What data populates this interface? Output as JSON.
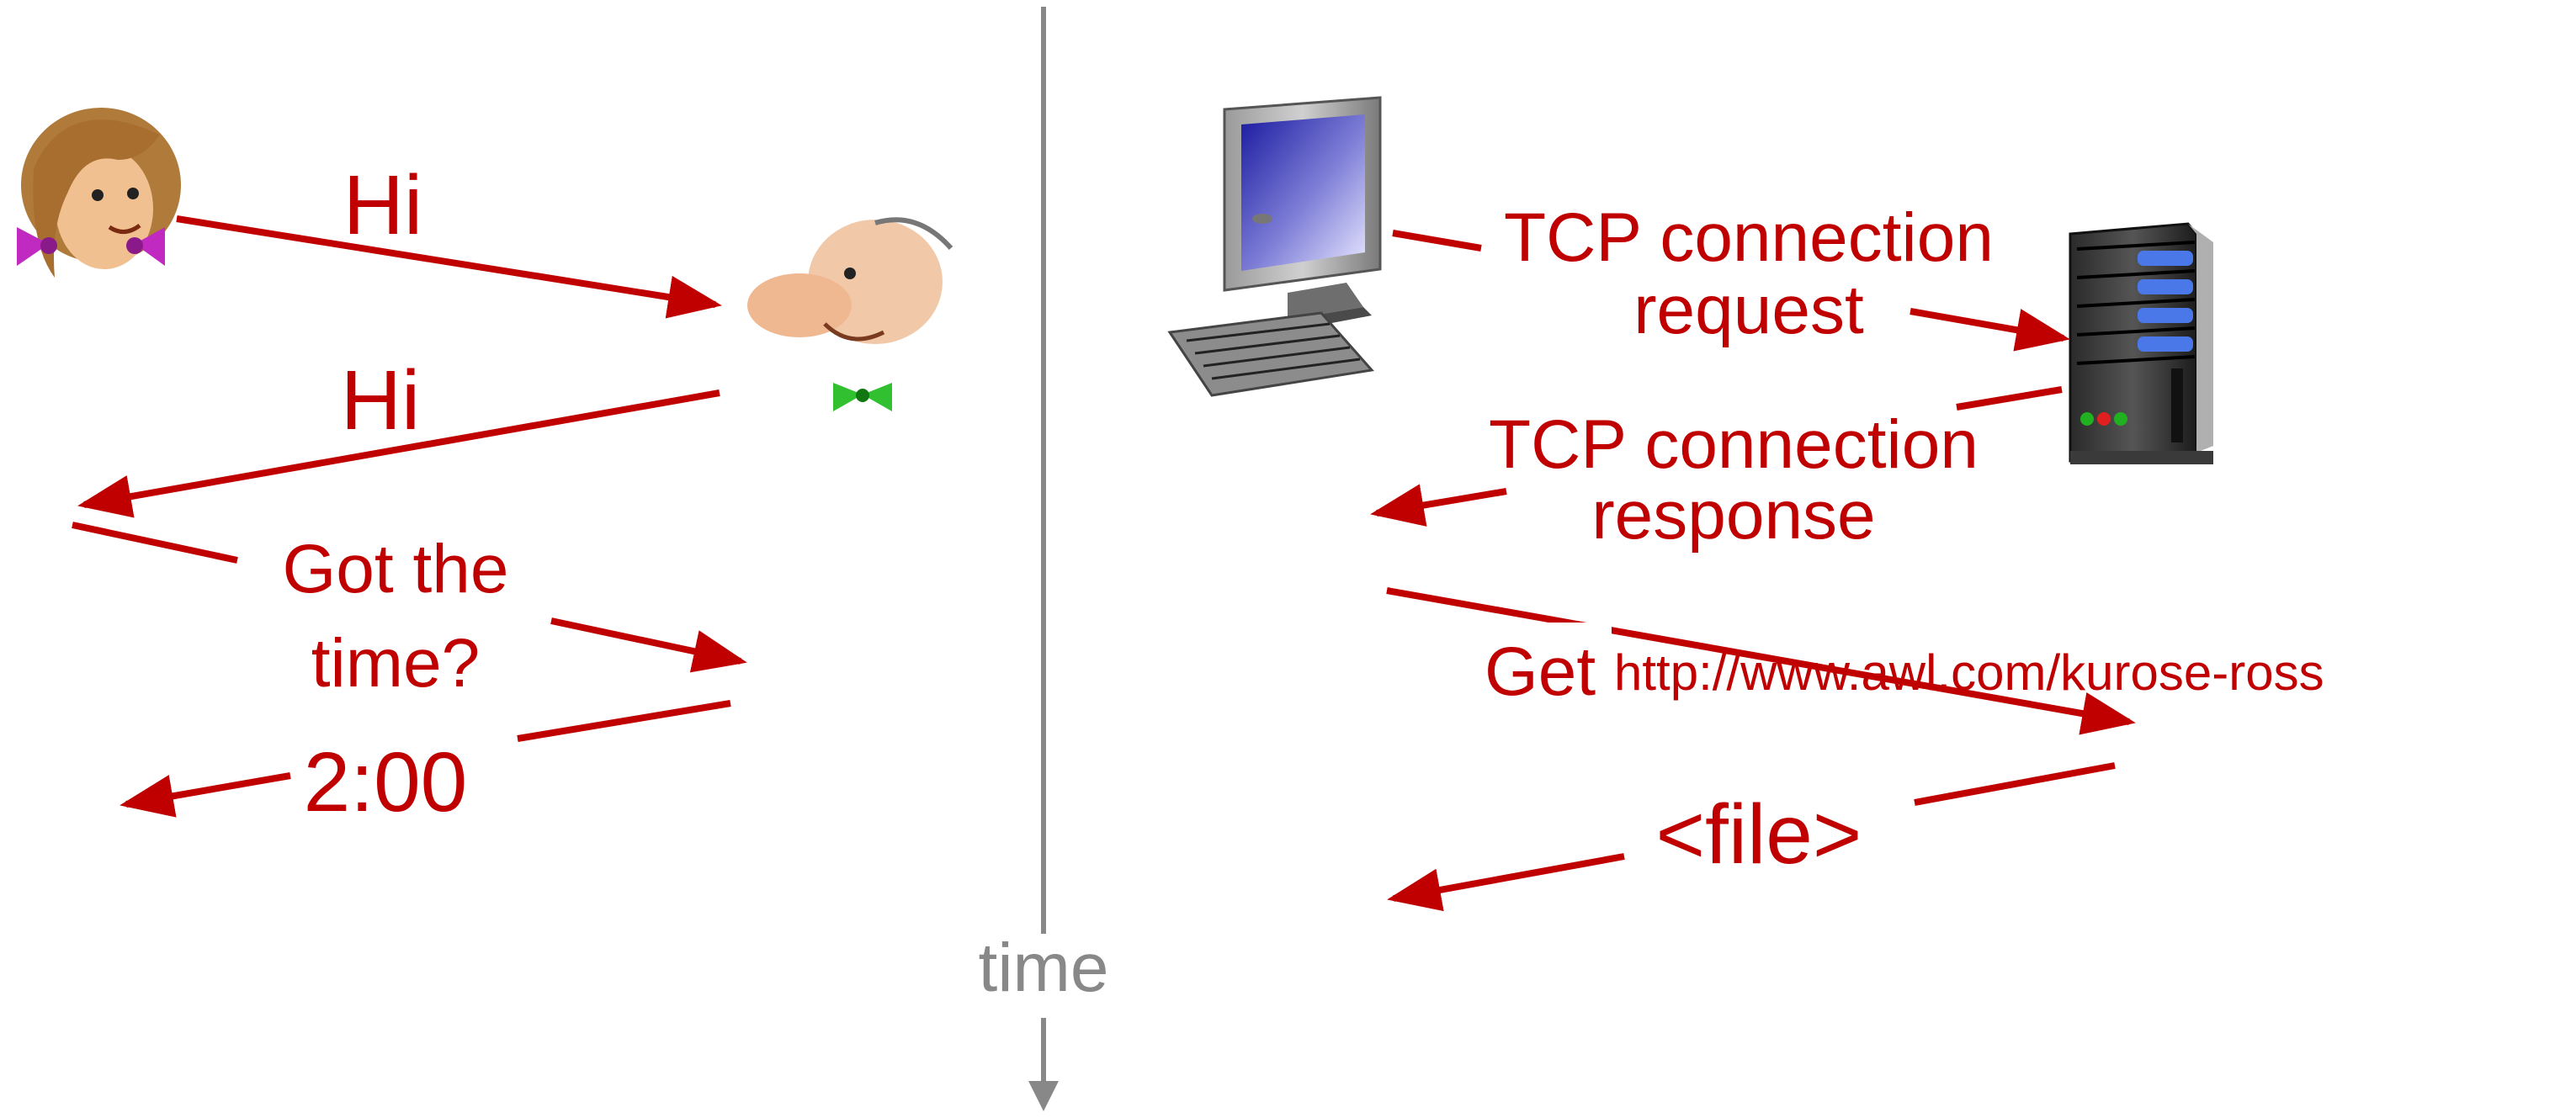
{
  "colors": {
    "arrow": "#c00000",
    "text": "#c00000",
    "timeline": "#888888"
  },
  "human": {
    "hi_1": "Hi",
    "hi_2": "Hi",
    "question_line1": "Got the",
    "question_line2": "time?",
    "answer": "2:00"
  },
  "network": {
    "request_line1": "TCP connection",
    "request_line2": "request",
    "response_line1": "TCP connection",
    "response_line2": "response",
    "get_verb": "Get",
    "get_url": "http://www.awl.com/kurose-ross",
    "file": "<file>"
  },
  "timeline": {
    "label": "time"
  },
  "icons": {
    "woman": "woman-face-icon",
    "man": "man-face-icon",
    "client": "desktop-computer-icon",
    "server": "server-tower-icon"
  }
}
